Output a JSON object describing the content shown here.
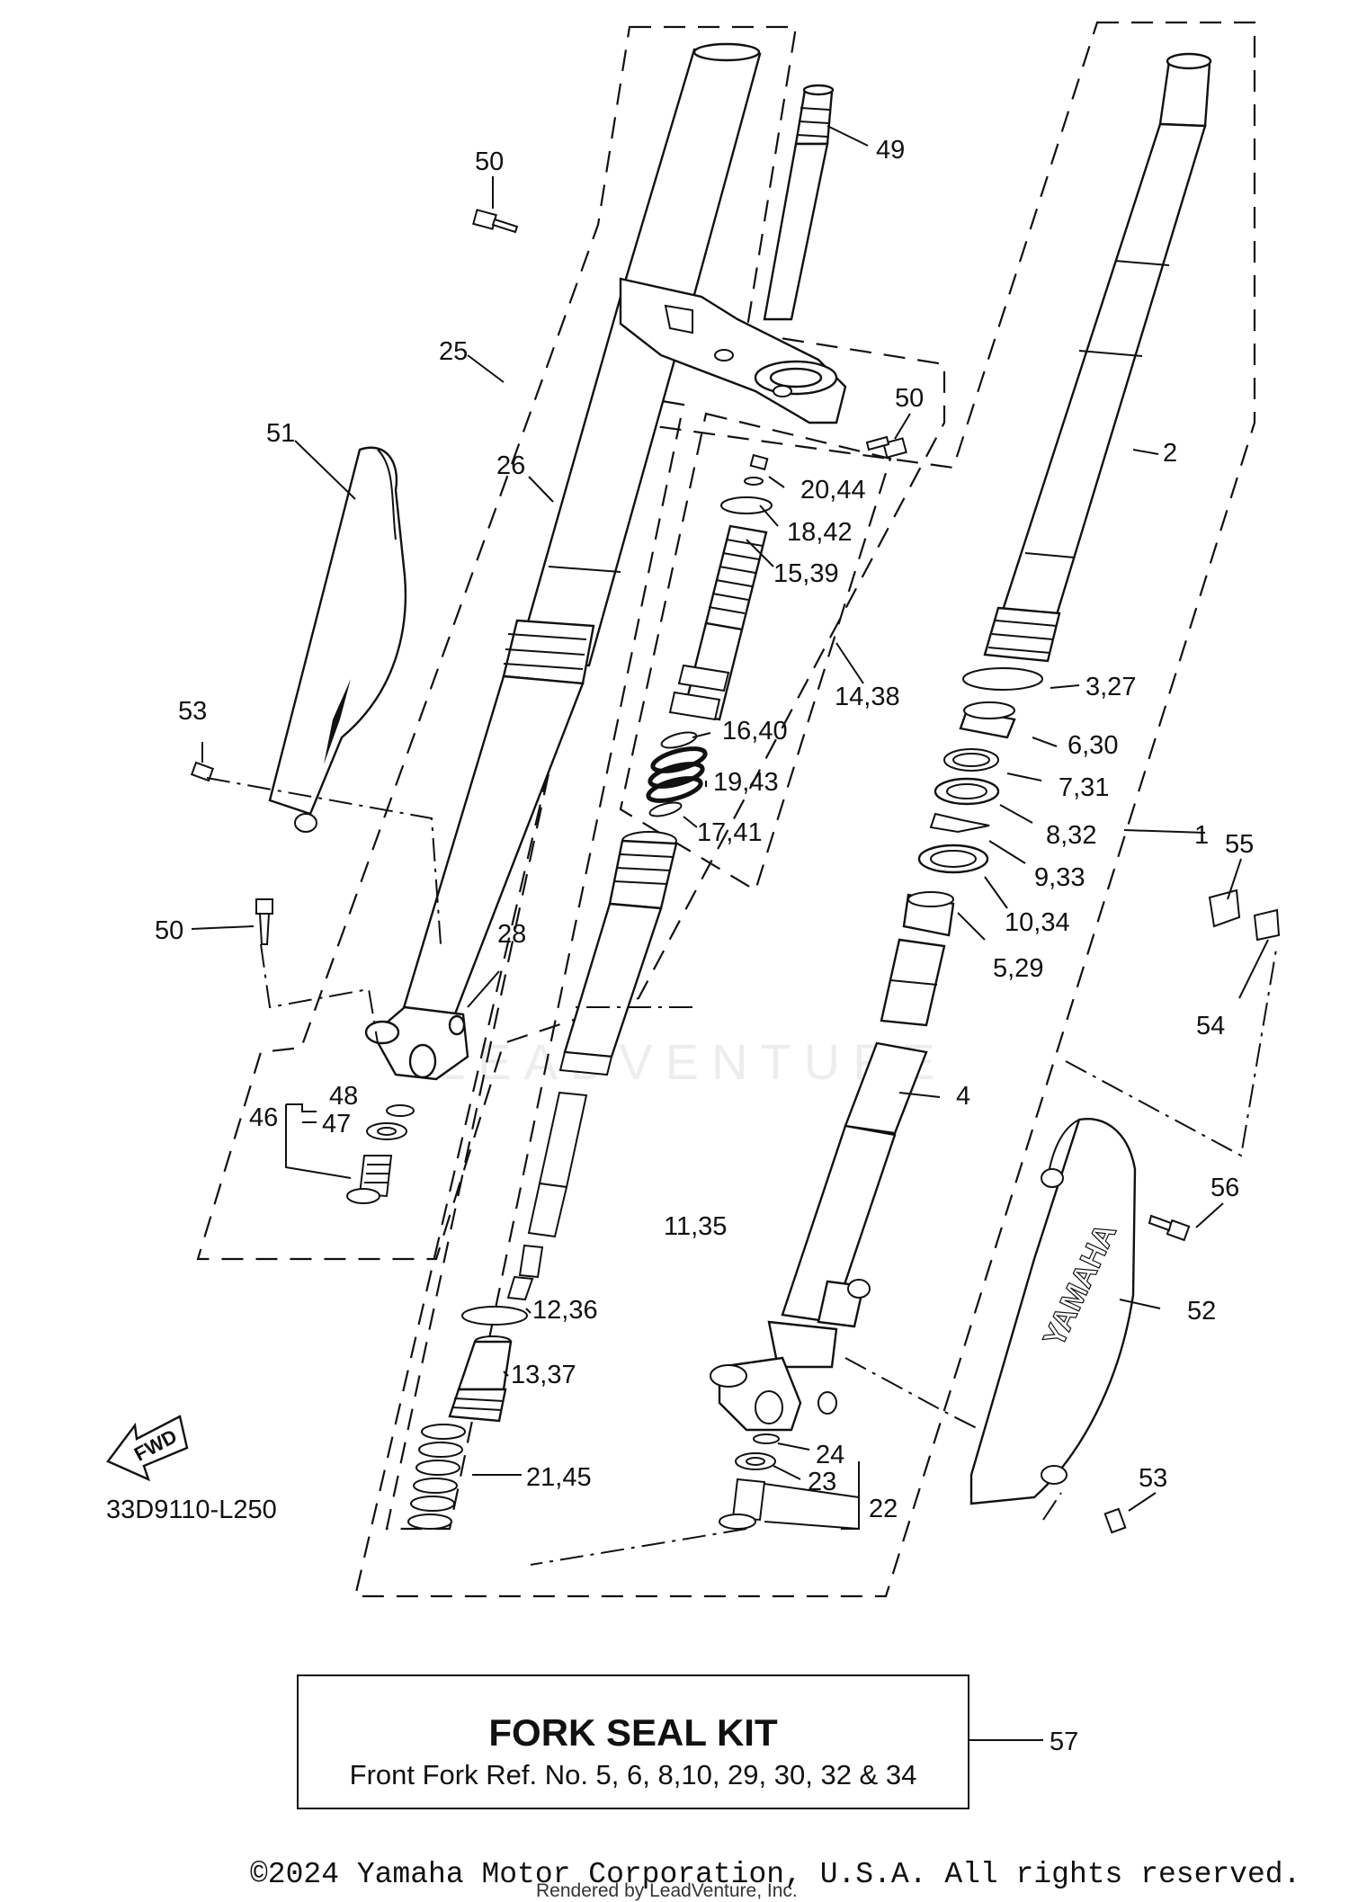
{
  "diagram": {
    "id": "33D9110-L250",
    "fwd_label": "FWD",
    "watermark": "LEADVENTURE",
    "callouts": [
      {
        "id": "c1",
        "text": "1"
      },
      {
        "id": "c2",
        "text": "2"
      },
      {
        "id": "c3",
        "text": "3,27"
      },
      {
        "id": "c4",
        "text": "4"
      },
      {
        "id": "c5",
        "text": "5,29"
      },
      {
        "id": "c6",
        "text": "6,30"
      },
      {
        "id": "c7",
        "text": "7,31"
      },
      {
        "id": "c8",
        "text": "8,32"
      },
      {
        "id": "c9",
        "text": "9,33"
      },
      {
        "id": "c10",
        "text": "10,34"
      },
      {
        "id": "c11",
        "text": "11,35"
      },
      {
        "id": "c12",
        "text": "12,36"
      },
      {
        "id": "c13",
        "text": "13,37"
      },
      {
        "id": "c14",
        "text": "14,38"
      },
      {
        "id": "c15",
        "text": "15,39"
      },
      {
        "id": "c16",
        "text": "16,40"
      },
      {
        "id": "c17",
        "text": "17,41"
      },
      {
        "id": "c18",
        "text": "18,42"
      },
      {
        "id": "c19",
        "text": "19,43"
      },
      {
        "id": "c20",
        "text": "20,44"
      },
      {
        "id": "c21",
        "text": "21,45"
      },
      {
        "id": "c22",
        "text": "22"
      },
      {
        "id": "c23",
        "text": "23"
      },
      {
        "id": "c24",
        "text": "24"
      },
      {
        "id": "c25",
        "text": "25"
      },
      {
        "id": "c26",
        "text": "26"
      },
      {
        "id": "c28",
        "text": "28"
      },
      {
        "id": "c46",
        "text": "46"
      },
      {
        "id": "c47",
        "text": "47"
      },
      {
        "id": "c48",
        "text": "48"
      },
      {
        "id": "c49",
        "text": "49"
      },
      {
        "id": "c50a",
        "text": "50"
      },
      {
        "id": "c50b",
        "text": "50"
      },
      {
        "id": "c50c",
        "text": "50"
      },
      {
        "id": "c51",
        "text": "51"
      },
      {
        "id": "c52",
        "text": "52"
      },
      {
        "id": "c53a",
        "text": "53"
      },
      {
        "id": "c53b",
        "text": "53"
      },
      {
        "id": "c54",
        "text": "54"
      },
      {
        "id": "c55",
        "text": "55"
      },
      {
        "id": "c56",
        "text": "56"
      },
      {
        "id": "c57",
        "text": "57"
      }
    ]
  },
  "kit": {
    "title": "FORK SEAL KIT",
    "description": "Front Fork Ref. No. 5, 6, 8,10, 29, 30, 32 & 34"
  },
  "footer": {
    "copyright": "©2024 Yamaha Motor Corporation, U.S.A. All rights reserved.",
    "rendered_by": "Rendered by LeadVenture, Inc."
  }
}
